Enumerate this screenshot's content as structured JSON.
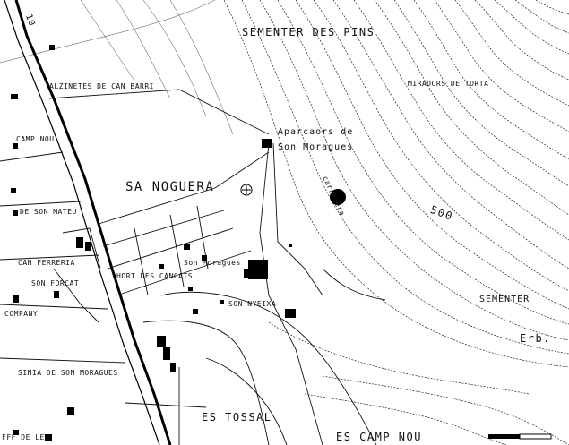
{
  "map": {
    "labels": {
      "sementer_des_pins": "SEMENTER DES PINS",
      "miradors": "MIRADORS DE TORTA",
      "alzinetes": "ALZINETES DE CAN BARRI",
      "aparcadore_1": "Aparcaors de",
      "aparcadore_2": "Son Moragues",
      "camp_nou_left": "CAMP NOU",
      "sa_noguera": "SA NOGUERA",
      "de_son_mateu": "DE SON MATEU",
      "can_ferreria": "CAN FERRERIA",
      "son_forcat": "SON FORCAT",
      "company": "COMPANY",
      "son_moragues": "Son Moragues",
      "hort_des_cancats": "HORT DES CANCATS",
      "sementer_right": "SEMENTER",
      "son_nyeixa": "SON NYEIXA",
      "sinia": "SINIA DE SON MORAGUES",
      "es_tossal": "ES TOSSAL",
      "es_camp_nou": "ES CAMP NOU",
      "contour_500": "500",
      "road_10": "10",
      "erb": "Erb.",
      "road_label_curve": "carretera",
      "bottom_left": "FFF DE LES"
    }
  }
}
